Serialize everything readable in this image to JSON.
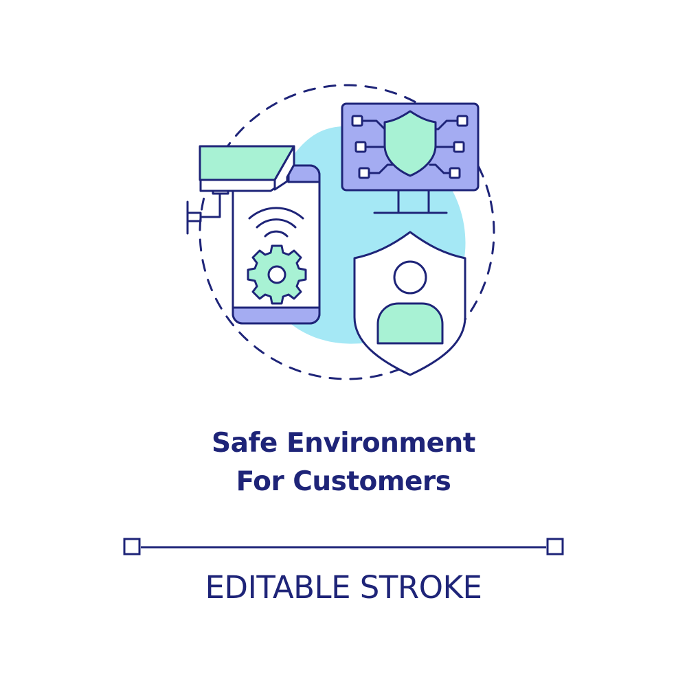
{
  "title": {
    "line1": "Safe Environment",
    "line2": "For Customers"
  },
  "caption": "EDITABLE STROKE",
  "icons": {
    "camera": "security-camera-icon",
    "phone": "smartphone-icon",
    "wifi": "wifi-signal-icon",
    "gear": "gear-icon",
    "monitor": "monitor-icon",
    "monitor_shield": "shield-icon",
    "user_shield": "user-shield-icon",
    "user": "user-icon"
  },
  "colors": {
    "outline": "#1e2478",
    "cyan": "#a5e8f5",
    "mint": "#a8f2d4",
    "lavender": "#a4acf2",
    "white": "#ffffff"
  }
}
